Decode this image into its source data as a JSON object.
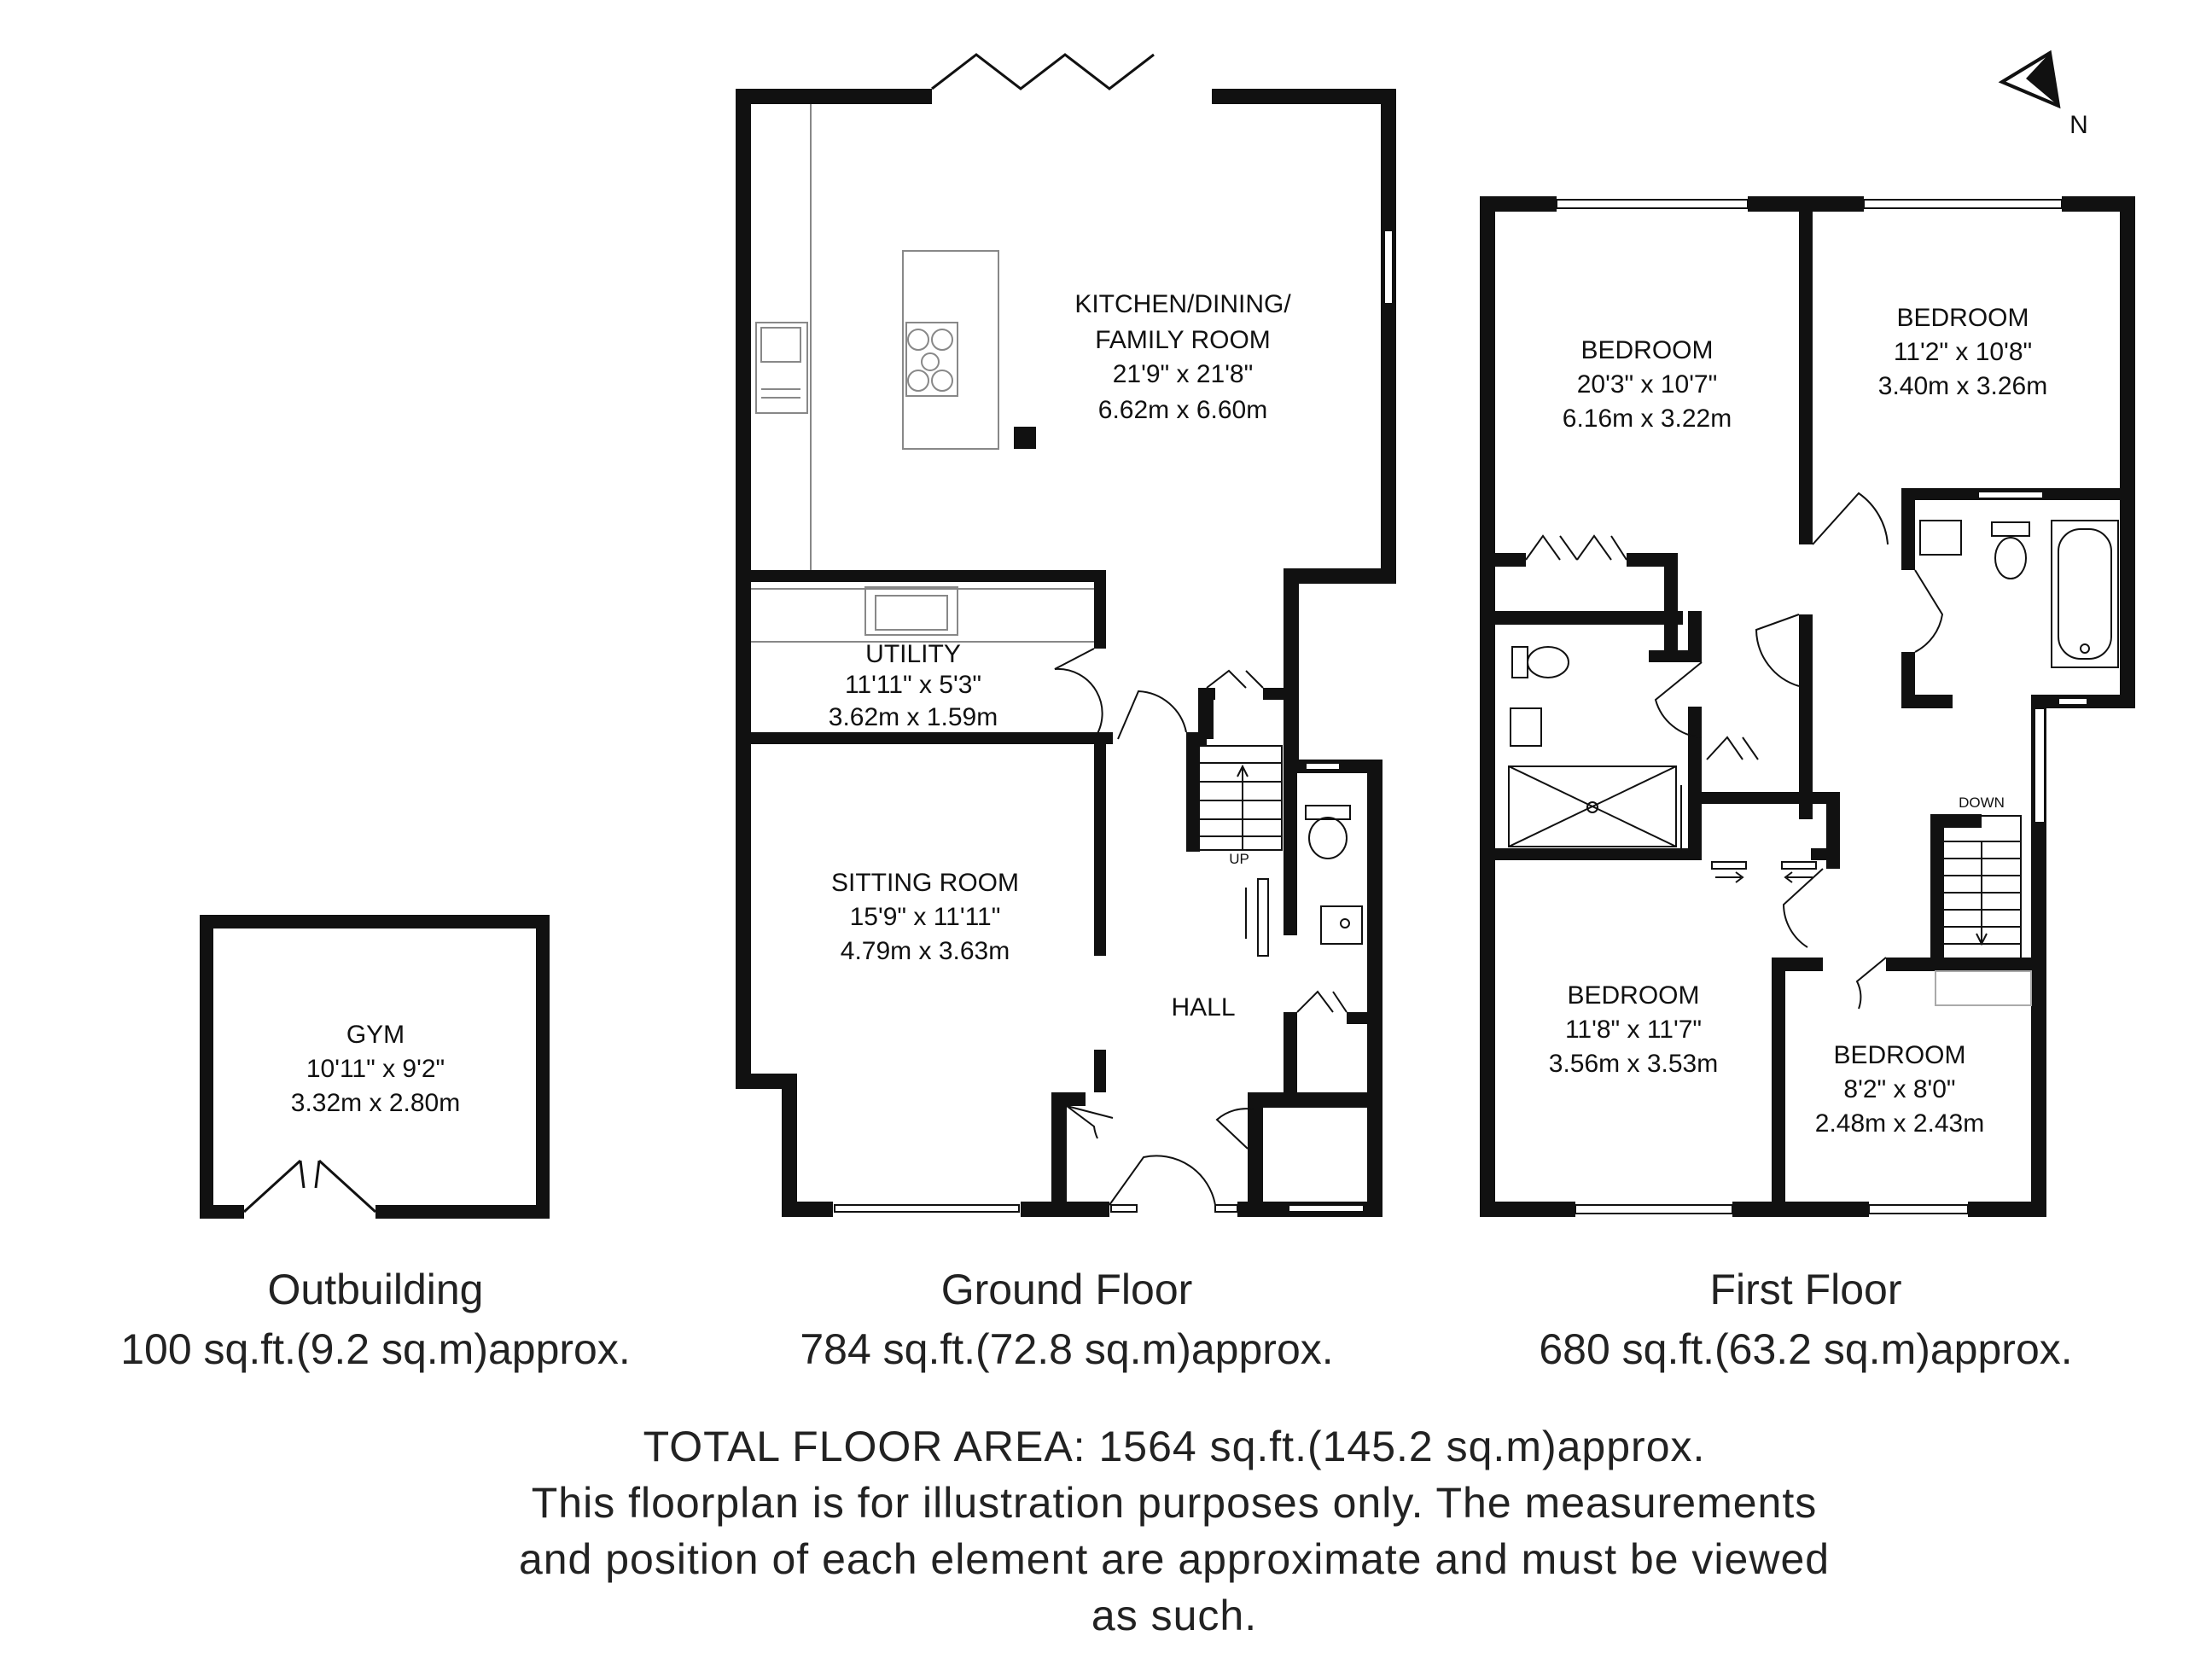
{
  "rooms": {
    "kitchen": {
      "name": "KITCHEN/DINING/",
      "name2": "FAMILY ROOM",
      "imperial": "21'9\" x 21'8\"",
      "metric": "6.62m x 6.60m"
    },
    "utility": {
      "name": "UTILITY",
      "imperial": "11'11\" x 5'3\"",
      "metric": "3.62m x 1.59m"
    },
    "sitting": {
      "name": "SITTING ROOM",
      "imperial": "15'9\" x 11'11\"",
      "metric": "4.79m x 3.63m"
    },
    "hall": {
      "name": "HALL"
    },
    "gym": {
      "name": "GYM",
      "imperial": "10'11\" x 9'2\"",
      "metric": "3.32m x 2.80m"
    },
    "bedroom1": {
      "name": "BEDROOM",
      "imperial": "20'3\" x 10'7\"",
      "metric": "6.16m x 3.22m"
    },
    "bedroom2": {
      "name": "BEDROOM",
      "imperial": "11'2\" x 10'8\"",
      "metric": "3.40m x 3.26m"
    },
    "bedroom3": {
      "name": "BEDROOM",
      "imperial": "11'8\" x 11'7\"",
      "metric": "3.56m x 3.53m"
    },
    "bedroom4": {
      "name": "BEDROOM",
      "imperial": "8'2\" x 8'0\"",
      "metric": "2.48m x 2.43m"
    }
  },
  "stairs": {
    "up": "UP",
    "down": "DOWN"
  },
  "compass": {
    "label": "N"
  },
  "floors": {
    "outbuilding": {
      "title": "Outbuilding",
      "area": "100 sq.ft.(9.2 sq.m)approx."
    },
    "ground": {
      "title": "Ground Floor",
      "area": "784 sq.ft.(72.8 sq.m)approx."
    },
    "first": {
      "title": "First Floor",
      "area": "680 sq.ft.(63.2 sq.m)approx."
    }
  },
  "footer": {
    "total": "TOTAL FLOOR AREA: 1564 sq.ft.(145.2 sq.m)approx.",
    "line1": "This floorplan is for illustration purposes only. The measurements",
    "line2": "and position of each element are approximate and must be viewed",
    "line3": "as such."
  },
  "colors": {
    "wall": "#111111",
    "fixture": "#888888",
    "background": "#ffffff"
  }
}
